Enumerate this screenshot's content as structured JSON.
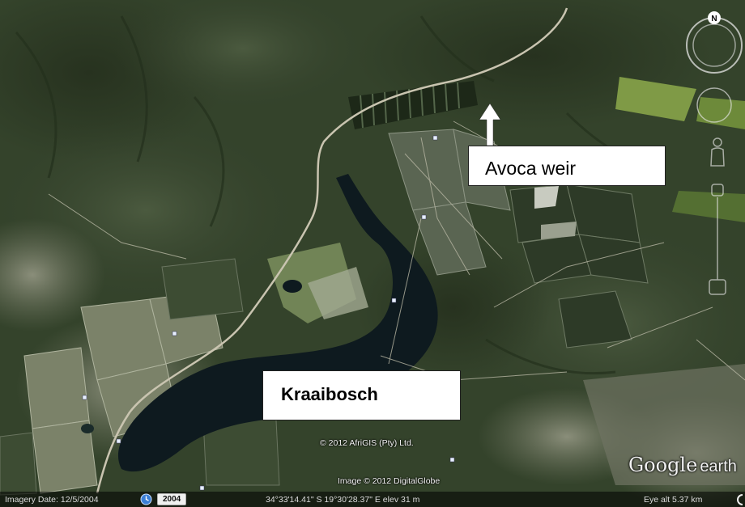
{
  "annotations": {
    "avoca_label": "Avoca weir",
    "kraaibosch_label": "Kraaibosch"
  },
  "credits": {
    "afrigis": "© 2012 AfriGIS (Pty) Ltd.",
    "digitalglobe": "Image © 2012 DigitalGlobe"
  },
  "logo": {
    "google": "Google",
    "earth": "earth"
  },
  "status_bar": {
    "imagery_date": "Imagery Date: 12/5/2004",
    "history_year": "2004",
    "coordinates": "34°33'14.41\" S 19°30'28.37\" E elev 31 m",
    "eye_alt": "Eye alt 5.37 km"
  },
  "navigation": {
    "compass_north": "N"
  },
  "icons": {
    "arrow": "arrow-up-icon",
    "history": "historical-imagery-icon",
    "streaming": "streaming-icon",
    "compass": "compass-icon",
    "look": "look-joystick-icon",
    "pegman": "street-view-pegman-icon",
    "zoom": "zoom-slider-icon"
  },
  "colors": {
    "vegetation": "#3a4a2e",
    "water": "#0f1a20",
    "road": "#c9c4b0",
    "label_background": "#ffffff"
  }
}
